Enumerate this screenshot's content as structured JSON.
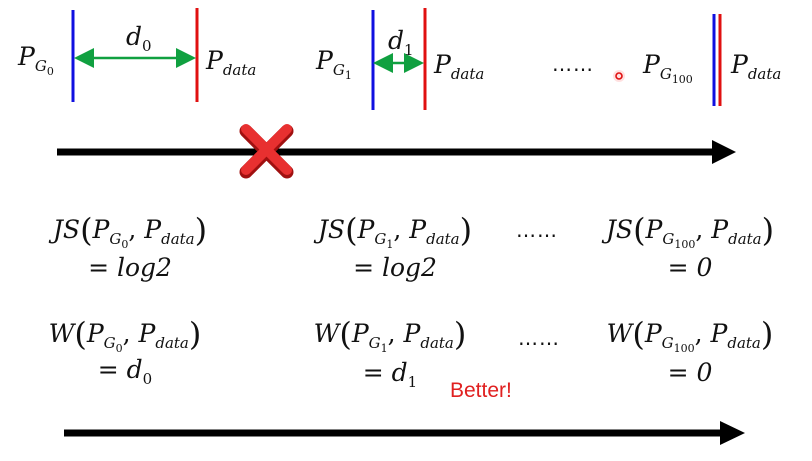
{
  "colors": {
    "generator_line": "#1010e0",
    "data_line": "#e01010",
    "distance_arrow": "#10a040",
    "axis": "#000000",
    "cross": "#e02020",
    "better_text": "#e02020"
  },
  "top_row": {
    "pg0": {
      "base": "P",
      "sub": "G",
      "subsub": "0"
    },
    "pg1": {
      "base": "P",
      "sub": "G",
      "subsub": "1"
    },
    "pg100": {
      "base": "P",
      "sub": "G",
      "subsub": "100"
    },
    "pdata": {
      "base": "P",
      "sub": "data"
    },
    "d0": {
      "base": "d",
      "sub": "0"
    },
    "d1": {
      "base": "d",
      "sub": "1"
    },
    "ellipsis": "……"
  },
  "js_row": {
    "func": "JS",
    "eq0": "= log2",
    "eq1": "= log2",
    "eq100": "= 0",
    "ellipsis": "……"
  },
  "w_row": {
    "func": "W",
    "eq0_text": "= d",
    "eq0_sub": "0",
    "eq1_text": "= d",
    "eq1_sub": "1",
    "eq100": "= 0",
    "ellipsis": "……",
    "better": "Better!"
  }
}
